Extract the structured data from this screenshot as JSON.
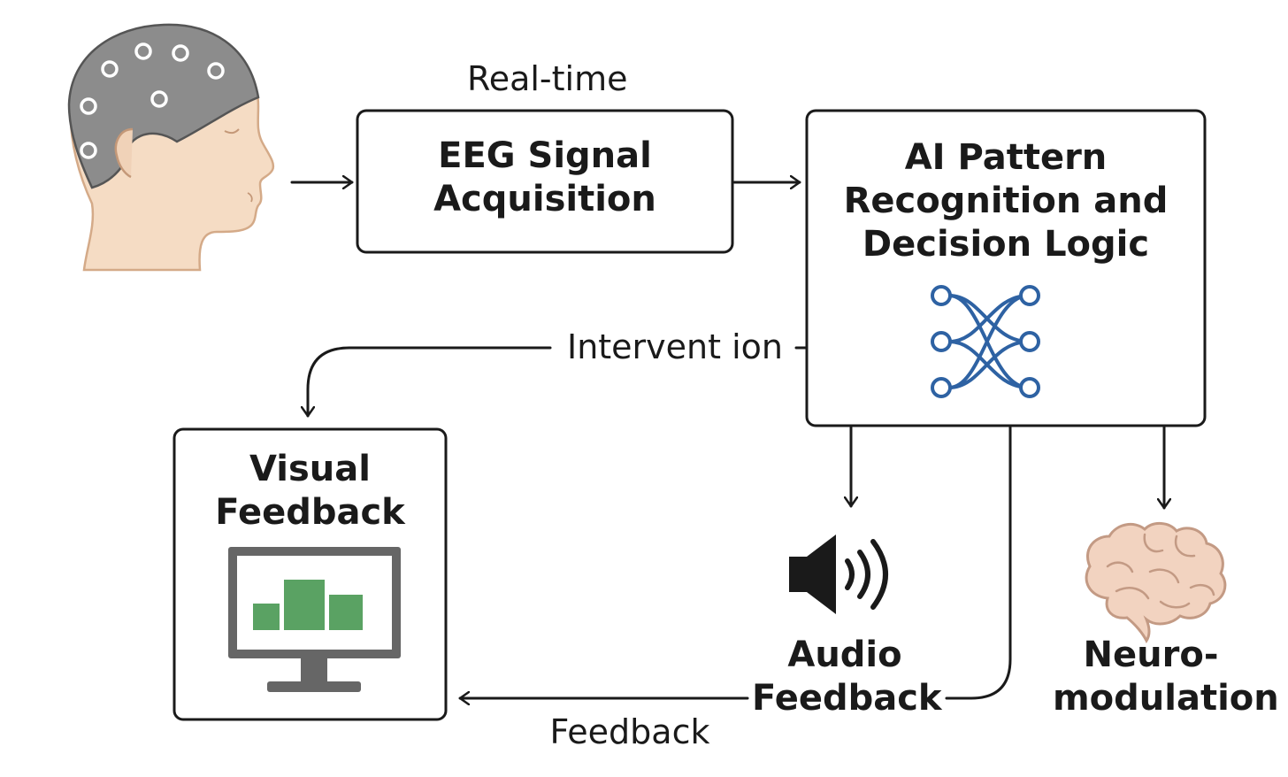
{
  "labels": {
    "realtime": "Real-time",
    "eeg_line1": "EEG Signal",
    "eeg_line2": "Acquisition",
    "ai_line1": "AI Pattern",
    "ai_line2": "Recognition and",
    "ai_line3": "Decision Logic",
    "intervention": "Intervent ion",
    "visual_line1": "Visual",
    "visual_line2": "Feedback",
    "audio_line1": "Audio",
    "audio_line2": "Feedback",
    "neuro_line1": "Neuro-",
    "neuro_line2": "modulation",
    "feedback": "Feedback"
  },
  "colors": {
    "stroke": "#1a1a1a",
    "skin": "#f5dcc4",
    "skin_outline": "#d4aa88",
    "eeg_cap": "#8c8c8c",
    "network": "#2e62a3",
    "bars": "#5aa263",
    "monitor_frame": "#666666",
    "brain_fill": "#f2d3c0",
    "brain_outline": "#c39a84"
  },
  "icons": [
    "eeg-cap-head-icon",
    "neural-network-icon",
    "monitor-icon",
    "speaker-icon",
    "brain-icon"
  ]
}
